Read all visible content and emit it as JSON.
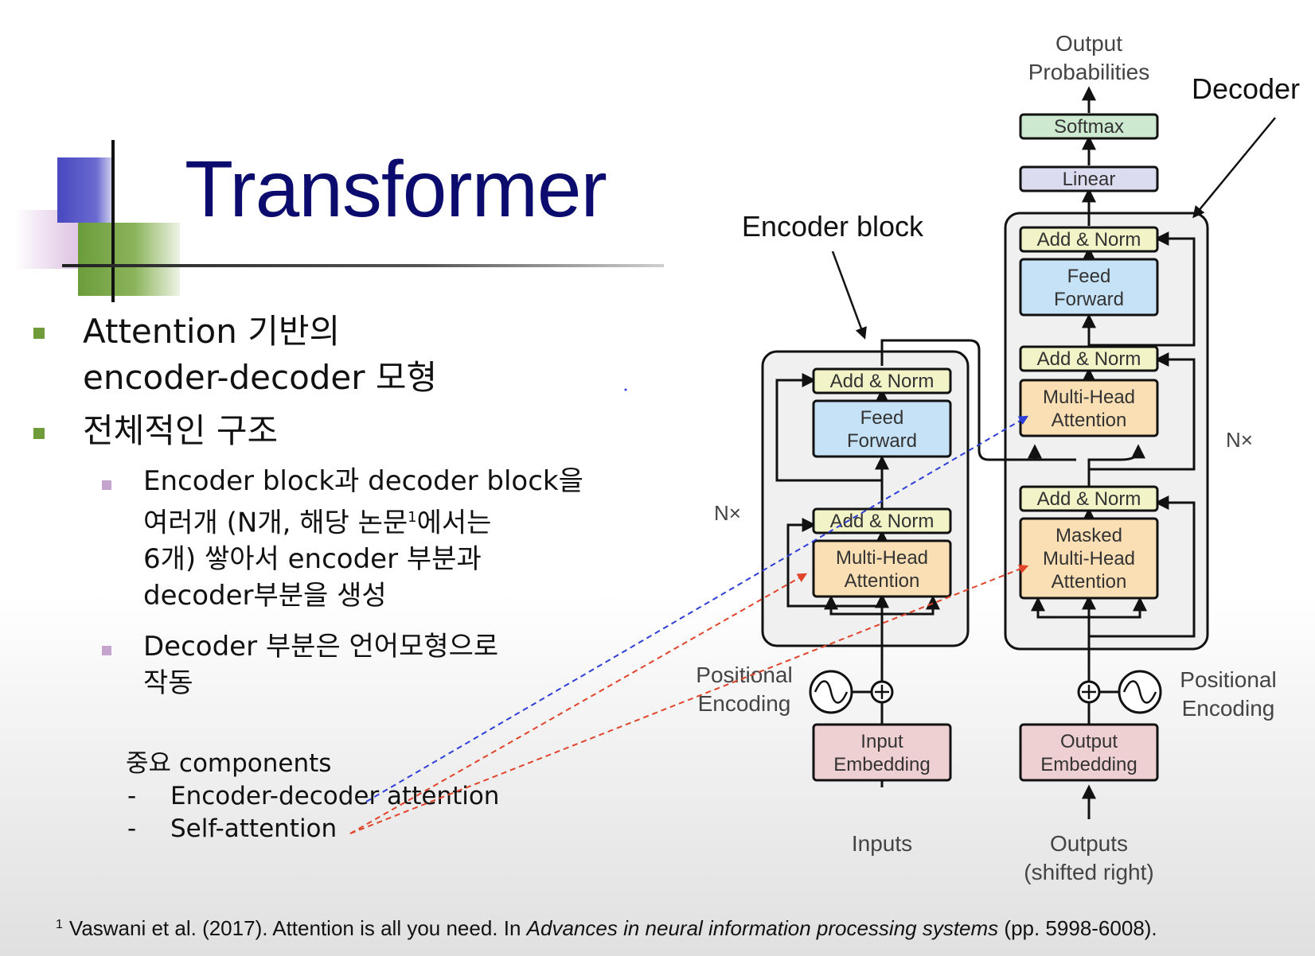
{
  "slide": {
    "title": "Transformer",
    "bullets": [
      {
        "line1": "Attention 기반의",
        "line2": "encoder-decoder 모형"
      },
      {
        "line1": "전체적인 구조"
      }
    ],
    "sub_bullets": [
      {
        "lines": [
          "Encoder block과 decoder block을",
          "여러개 (N개, 해당 논문",
          "6개) 쌓아서 encoder 부분과",
          "decoder부분을 생성"
        ],
        "line2_suffix": "에서는",
        "line2_sup": "1"
      },
      {
        "lines": [
          "Decoder 부분은 언어모형으로",
          "작동"
        ]
      }
    ],
    "components": {
      "heading": "중요 components",
      "items": [
        {
          "dash": "-",
          "label": "Encoder-decoder attention"
        },
        {
          "dash": "-",
          "label": "Self-attention"
        }
      ]
    },
    "footnote": {
      "marker": "1",
      "prefix": "Vaswani et al. (2017). Attention is all you need. In ",
      "venue": "Advances in neural information processing systems",
      "suffix": " (pp. 5998-6008)."
    }
  },
  "diagram": {
    "labels": {
      "encoder_block": "Encoder block",
      "decoder": "Decoder",
      "output_probabilities": [
        "Output",
        "Probabilities"
      ],
      "nx_encoder": "N×",
      "nx_decoder": "N×",
      "positional_encoding_left": [
        "Positional",
        "Encoding"
      ],
      "positional_encoding_right": [
        "Positional",
        "Encoding"
      ],
      "inputs": "Inputs",
      "outputs": [
        "Outputs",
        "(shifted right)"
      ]
    },
    "boxes": {
      "softmax": "Softmax",
      "linear": "Linear",
      "add_norm": "Add & Norm",
      "feed_forward": [
        "Feed",
        "Forward"
      ],
      "multi_head_attention": [
        "Multi-Head",
        "Attention"
      ],
      "masked_multi_head_attention": [
        "Masked",
        "Multi-Head",
        "Attention"
      ],
      "input_embedding": [
        "Input",
        "Embedding"
      ],
      "output_embedding": [
        "Output",
        "Embedding"
      ]
    },
    "colors": {
      "add_norm": "#f2f3c6",
      "feed_forward": "#c6e2f7",
      "attention": "#fbdfb4",
      "embedding": "#efd0d2",
      "softmax": "#cde9cf",
      "linear": "#dcdcf0",
      "block_bg": "#f0f0f0",
      "blue_dashed": "#2d3fd8",
      "red_dashed": "#e0442a"
    }
  }
}
